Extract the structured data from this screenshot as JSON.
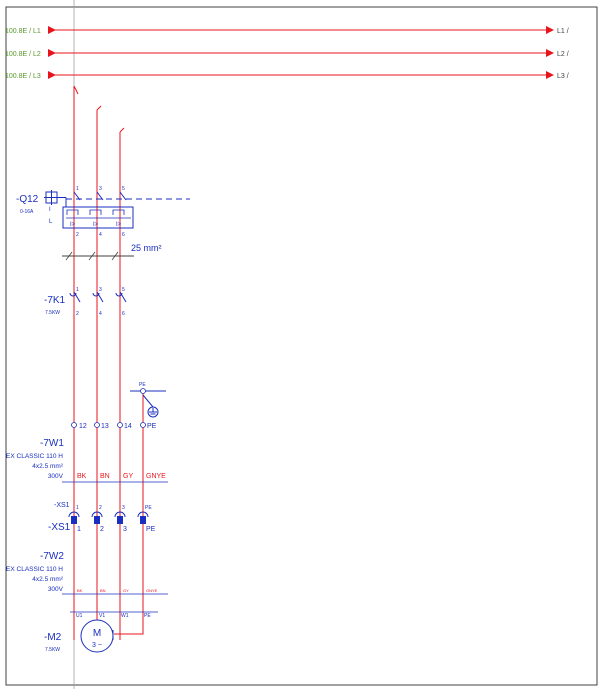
{
  "colors": {
    "wire": "#e8141c",
    "component": "#1a2fbf",
    "xref": "#5a9a2a",
    "frame": "#404040",
    "grid": "#a0a0a0"
  },
  "busbars": {
    "l1": {
      "source": "100.8E / L1",
      "target": "L1 /"
    },
    "l2": {
      "source": "100.8E / L2",
      "target": "L2 /"
    },
    "l3": {
      "source": "100.8E / L3",
      "target": "L3 /"
    }
  },
  "q12": {
    "tag": "-Q12",
    "rating": "0-16A",
    "i_label": "I",
    "l_label": "L",
    "top_terminals": [
      "1",
      "3",
      "5"
    ],
    "bottom_terminals": [
      "2",
      "4",
      "6"
    ],
    "trip_labels": [
      "I>",
      "I>",
      "I>"
    ]
  },
  "cross_section": "25 mm²",
  "k1": {
    "tag": "-7K1",
    "rating": "7.5KW",
    "top_terminals": [
      "1",
      "3",
      "5"
    ],
    "bottom_terminals": [
      "2",
      "4",
      "6"
    ]
  },
  "pe_bar_label": "PE",
  "terminal_strip": [
    "12",
    "13",
    "14",
    "PE"
  ],
  "w1": {
    "tag": "-7W1",
    "type": "EX CLASSIC 110 H",
    "section": "4x2.5 mm²",
    "voltage": "300V",
    "cores": [
      "BK",
      "BN",
      "GY",
      "GNYE"
    ]
  },
  "xs1": {
    "tag": "-XS1",
    "top_pins": [
      "1",
      "2",
      "3",
      "PE"
    ],
    "tag_lower": "-XS1",
    "bottom_pins": [
      "1",
      "2",
      "3",
      "PE"
    ]
  },
  "w2": {
    "tag": "-7W2",
    "type": "EX CLASSIC 110 H",
    "section": "4x2.5 mm²",
    "voltage": "300V",
    "cores": [
      "BK",
      "BN",
      "GY",
      "GNYE"
    ]
  },
  "motor": {
    "tag": "-M2",
    "rating": "7.5KW",
    "symbol": "M",
    "phase_label": "3 ~",
    "terminals": [
      "U1",
      "V1",
      "W1",
      "PE"
    ]
  }
}
